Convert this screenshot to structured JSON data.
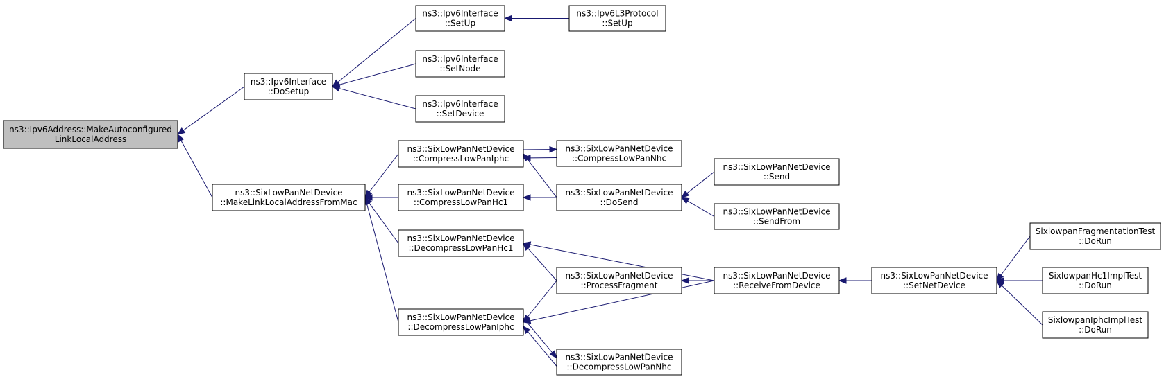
{
  "graph": {
    "type": "caller-graph",
    "nodes": [
      {
        "id": "root",
        "lines": [
          "ns3::Ipv6Address::MakeAutoconfigured",
          "LinkLocalAddress"
        ],
        "root": true
      },
      {
        "id": "dosetup",
        "lines": [
          "ns3::Ipv6Interface",
          "::DoSetup"
        ]
      },
      {
        "id": "setup",
        "lines": [
          "ns3::Ipv6Interface",
          "::SetUp"
        ]
      },
      {
        "id": "l3setup",
        "lines": [
          "ns3::Ipv6L3Protocol",
          "::SetUp"
        ]
      },
      {
        "id": "setnode",
        "lines": [
          "ns3::Ipv6Interface",
          "::SetNode"
        ]
      },
      {
        "id": "setdev",
        "lines": [
          "ns3::Ipv6Interface",
          "::SetDevice"
        ]
      },
      {
        "id": "mklla",
        "lines": [
          "ns3::SixLowPanNetDevice",
          "::MakeLinkLocalAddressFromMac"
        ]
      },
      {
        "id": "cliphc",
        "lines": [
          "ns3::SixLowPanNetDevice",
          "::CompressLowPanIphc"
        ]
      },
      {
        "id": "clnhc",
        "lines": [
          "ns3::SixLowPanNetDevice",
          "::CompressLowPanNhc"
        ]
      },
      {
        "id": "clhc1",
        "lines": [
          "ns3::SixLowPanNetDevice",
          "::CompressLowPanHc1"
        ]
      },
      {
        "id": "dosend",
        "lines": [
          "ns3::SixLowPanNetDevice",
          "::DoSend"
        ]
      },
      {
        "id": "send",
        "lines": [
          "ns3::SixLowPanNetDevice",
          "::Send"
        ]
      },
      {
        "id": "sendfrom",
        "lines": [
          "ns3::SixLowPanNetDevice",
          "::SendFrom"
        ]
      },
      {
        "id": "dlhc1",
        "lines": [
          "ns3::SixLowPanNetDevice",
          "::DecompressLowPanHc1"
        ]
      },
      {
        "id": "procfrag",
        "lines": [
          "ns3::SixLowPanNetDevice",
          "::ProcessFragment"
        ]
      },
      {
        "id": "recv",
        "lines": [
          "ns3::SixLowPanNetDevice",
          "::ReceiveFromDevice"
        ]
      },
      {
        "id": "setnet",
        "lines": [
          "ns3::SixLowPanNetDevice",
          "::SetNetDevice"
        ]
      },
      {
        "id": "dliphc",
        "lines": [
          "ns3::SixLowPanNetDevice",
          "::DecompressLowPanIphc"
        ]
      },
      {
        "id": "dlnhc",
        "lines": [
          "ns3::SixLowPanNetDevice",
          "::DecompressLowPanNhc"
        ]
      },
      {
        "id": "fragtest",
        "lines": [
          "SixlowpanFragmentationTest",
          "::DoRun"
        ]
      },
      {
        "id": "hc1test",
        "lines": [
          "SixlowpanHc1ImplTest",
          "::DoRun"
        ]
      },
      {
        "id": "iphctest",
        "lines": [
          "SixlowpanIphcImplTest",
          "::DoRun"
        ]
      }
    ],
    "edges": [
      {
        "from": "dosetup",
        "to": "root"
      },
      {
        "from": "mklla",
        "to": "root"
      },
      {
        "from": "setup",
        "to": "dosetup"
      },
      {
        "from": "setnode",
        "to": "dosetup"
      },
      {
        "from": "setdev",
        "to": "dosetup"
      },
      {
        "from": "l3setup",
        "to": "setup"
      },
      {
        "from": "cliphc",
        "to": "mklla"
      },
      {
        "from": "clhc1",
        "to": "mklla"
      },
      {
        "from": "dlhc1",
        "to": "mklla"
      },
      {
        "from": "dliphc",
        "to": "mklla"
      },
      {
        "from": "clnhc",
        "to": "cliphc"
      },
      {
        "from": "cliphc",
        "to": "clnhc"
      },
      {
        "from": "dosend",
        "to": "cliphc"
      },
      {
        "from": "dosend",
        "to": "clhc1"
      },
      {
        "from": "send",
        "to": "dosend"
      },
      {
        "from": "sendfrom",
        "to": "dosend"
      },
      {
        "from": "recv",
        "to": "dlhc1"
      },
      {
        "from": "procfrag",
        "to": "dlhc1"
      },
      {
        "from": "recv",
        "to": "procfrag"
      },
      {
        "from": "setnet",
        "to": "recv"
      },
      {
        "from": "fragtest",
        "to": "setnet"
      },
      {
        "from": "hc1test",
        "to": "setnet"
      },
      {
        "from": "iphctest",
        "to": "setnet"
      },
      {
        "from": "procfrag",
        "to": "dliphc"
      },
      {
        "from": "recv",
        "to": "dliphc"
      },
      {
        "from": "dlnhc",
        "to": "dliphc"
      },
      {
        "from": "dliphc",
        "to": "dlnhc"
      }
    ],
    "colors": {
      "edge": "#191970",
      "node_border": "#000000",
      "root_fill": "#bfbfbf",
      "node_fill": "#ffffff"
    }
  }
}
